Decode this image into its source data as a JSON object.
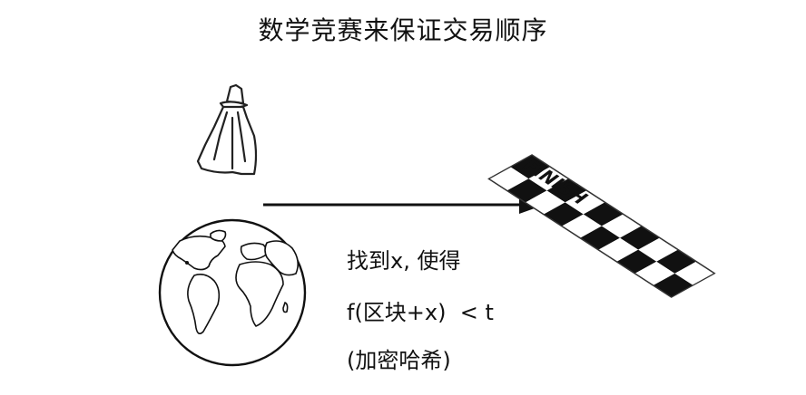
{
  "title": "数学竞赛来保证交易顺序",
  "finish_label": "FINISH",
  "equation": {
    "line1": "找到x, 使得",
    "line2": "f(区块+x)  < t",
    "line3": "(加密哈希)"
  }
}
